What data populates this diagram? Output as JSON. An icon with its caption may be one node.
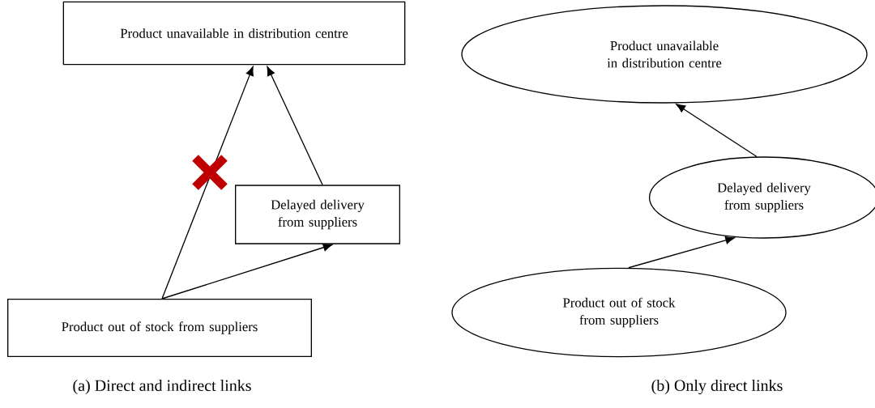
{
  "diagram": {
    "nodes": [
      {
        "text": [
          "Product unavailable in distribution centre"
        ]
      },
      {
        "text": [
          "Delayed delivery from suppliers"
        ]
      },
      {
        "text": [
          "Product out of stock from suppliers"
        ]
      },
      {
        "text": [
          "Product unavailable in distribution centre"
        ]
      },
      {
        "text": [
          "Delayed delivery from suppliers"
        ]
      },
      {
        "text": [
          "Product out of stock from suppliers"
        ]
      }
    ],
    "edges": [
      {
        "from": 2,
        "to": 0,
        "arrow": "to"
      },
      {
        "from": 2,
        "to": 1,
        "arrow": "to"
      },
      {
        "from": 1,
        "to": 0,
        "arrow": "to"
      },
      {
        "from": 5,
        "to": 4,
        "arrow": "to"
      },
      {
        "from": 4,
        "to": 3,
        "arrow": "to"
      }
    ],
    "labels": [
      "(a) Direct and indirect links",
      "(b) Only direct links"
    ]
  }
}
